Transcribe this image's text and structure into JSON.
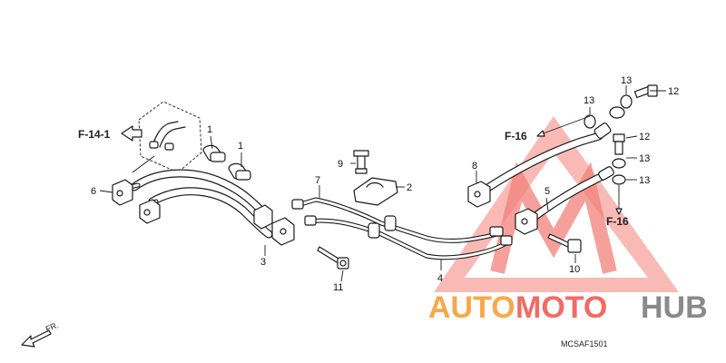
{
  "callouts": {
    "c1a": "1",
    "c1b": "1",
    "c2": "2",
    "c3": "3",
    "c4": "4",
    "c5": "5",
    "c6": "6",
    "c7": "7",
    "c8": "8",
    "c9": "9",
    "c10": "10",
    "c11": "11",
    "c12a": "12",
    "c12b": "12",
    "c13a": "13",
    "c13b": "13",
    "c13c": "13",
    "c13d": "13"
  },
  "references": {
    "ref_f14": "F-14-1",
    "ref_f16_top": "F-16",
    "ref_f16_bottom": "F-16",
    "front_marker": "FR."
  },
  "diagram_code": "MCSAF1501",
  "watermark": {
    "text_auto": "AUTO",
    "text_moto": "MOTO",
    "text_hub": "HUB",
    "color_red": "#f26b63",
    "color_orange": "#f7a94a",
    "color_gray": "#8a8a8a"
  }
}
